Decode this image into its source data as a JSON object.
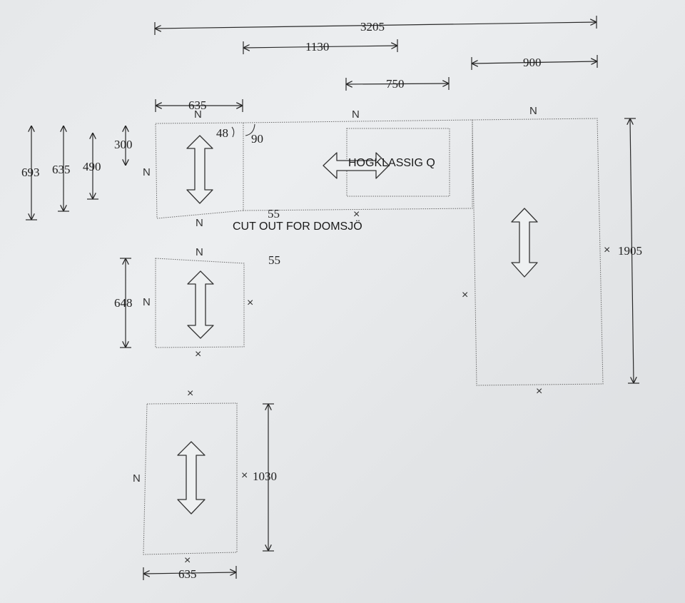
{
  "dimensions": {
    "total_width": "3205",
    "d1130": "1130",
    "d900": "900",
    "d750": "750",
    "d635_top": "635",
    "d693": "693",
    "d635_left": "635",
    "d490": "490",
    "d300": "300",
    "d48": "48",
    "d90": "90",
    "d55_a": "55",
    "d55_b": "55",
    "d648": "648",
    "d1905": "1905",
    "d1030": "1030",
    "d635_bottom": "635"
  },
  "labels": {
    "sink": "HOGKLASSIG Q",
    "cutout": "CUT OUT FOR DOMSJÖ"
  },
  "marks": {
    "n": "N",
    "x": "×"
  }
}
